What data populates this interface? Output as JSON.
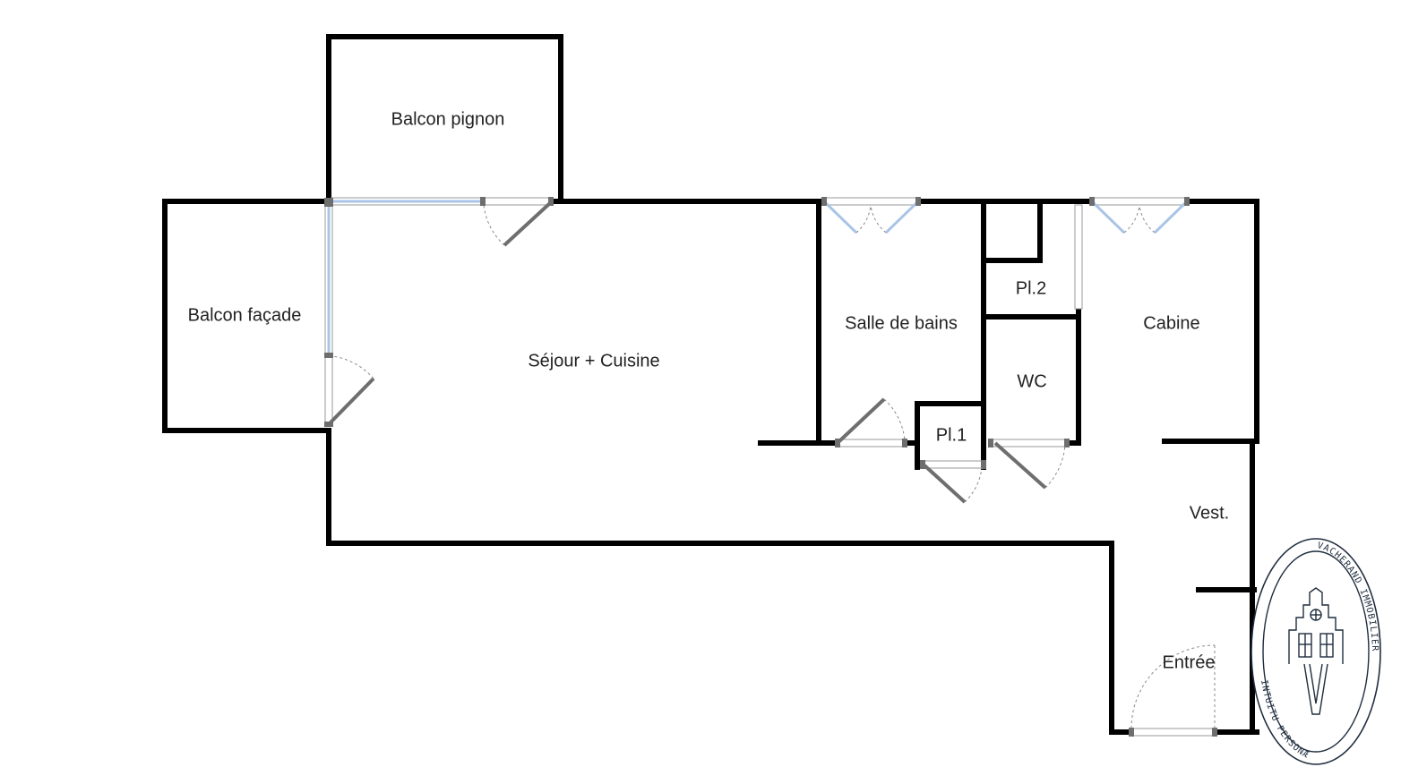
{
  "rooms": {
    "balcon_pignon": "Balcon pignon",
    "balcon_facade": "Balcon façade",
    "sejour_cuisine": "Séjour + Cuisine",
    "salle_de_bains": "Salle de bains",
    "placard_2": "Pl.2",
    "cabine": "Cabine",
    "wc": "WC",
    "placard_1": "Pl.1",
    "vestiaire": "Vest.",
    "entree": "Entrée"
  },
  "stamp": {
    "brand_arc": "VACHERAND IMMOBILIER",
    "motto_arc": "INTUITU PERSONÆ"
  },
  "colors": {
    "wall": "#000000",
    "window_glass": "#a9c4e6",
    "door": "#6e6e6e",
    "stamp": "#1f2d3f"
  }
}
